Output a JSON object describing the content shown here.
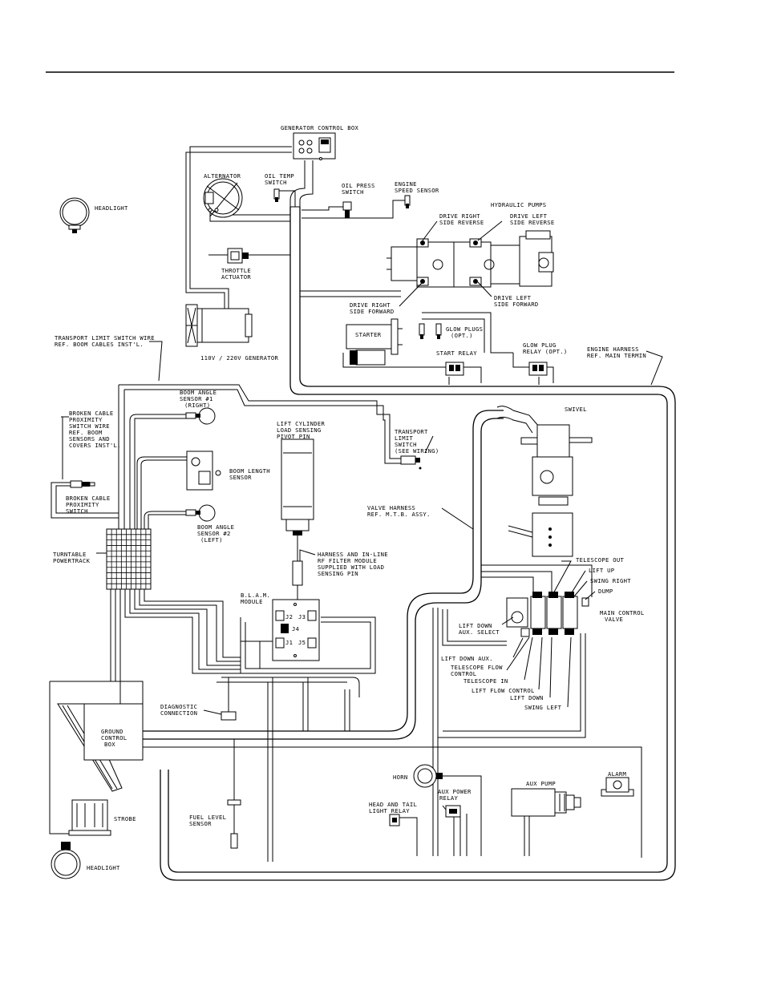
{
  "labels": {
    "generator_control_box": "GENERATOR CONTROL BOX",
    "alternator": "ALTERNATOR",
    "oil_temp_1": "OIL TEMP",
    "oil_temp_2": "SWITCH",
    "oil_press_1": "OIL PRESS",
    "oil_press_2": "SWITCH",
    "engine_speed_1": "ENGINE",
    "engine_speed_2": "SPEED SENSOR",
    "hydraulic_pumps": "HYDRAULIC PUMPS",
    "drive_right_rev_1": "DRIVE RIGHT",
    "drive_right_rev_2": "SIDE REVERSE",
    "drive_left_rev_1": "DRIVE LEFT",
    "drive_left_rev_2": "SIDE REVERSE",
    "headlight_top": "HEADLIGHT",
    "throttle_1": "THROTTLE",
    "throttle_2": "ACTUATOR",
    "drive_right_fwd_1": "DRIVE RIGHT",
    "drive_right_fwd_2": "SIDE FORWARD",
    "drive_left_fwd_1": "DRIVE LEFT",
    "drive_left_fwd_2": "SIDE FORWARD",
    "starter": "STARTER",
    "glow_plugs_1": "GLOW PLUGS",
    "glow_plugs_2": "(OPT.)",
    "transport_wire_1": "TRANSPORT LIMIT SWITCH WIRE",
    "transport_wire_2": "REF. BOOM CABLES INST'L.",
    "generator": "110V / 220V GENERATOR",
    "start_relay": "START RELAY",
    "glow_relay_1": "GLOW PLUG",
    "glow_relay_2": "RELAY (OPT.)",
    "engine_harness_1": "ENGINE HARNESS",
    "engine_harness_2": "REF. MAIN TERMIN",
    "boom_angle_1_1": "BOOM ANGLE",
    "boom_angle_1_2": "SENSOR #1",
    "boom_angle_1_3": "(RIGHT)",
    "broken_cable_1": "BROKEN CABLE",
    "broken_cable_2": "PROXIMITY",
    "broken_cable_3": "SWITCH WIRE",
    "broken_cable_4": "REF. BOOM",
    "broken_cable_5": "SENSORS AND",
    "broken_cable_6": "COVERS INST'L.",
    "swivel": "SWIVEL",
    "lift_cyl_1": "LIFT CYLINDER",
    "lift_cyl_2": "LOAD SENSING",
    "lift_cyl_3": "PIVOT PIN",
    "transport_switch_1": "TRANSPORT",
    "transport_switch_2": "LIMIT",
    "transport_switch_3": "SWITCH",
    "transport_switch_4": "(SEE WIRING)",
    "boom_length_1": "BOOM LENGTH",
    "boom_length_2": "SENSOR",
    "broken_prox_1": "BROKEN CABLE",
    "broken_prox_2": "PROXIMITY",
    "broken_prox_3": "SWITCH",
    "valve_harness_1": "VALVE HARNESS",
    "valve_harness_2": "REF. M.T.B. ASSY.",
    "boom_angle_2_1": "BOOM ANGLE",
    "boom_angle_2_2": "SENSOR #2",
    "boom_angle_2_3": "(LEFT)",
    "turntable_1": "TURNTABLE",
    "turntable_2": "POWERTRACK",
    "harness_rf_1": "HARNESS AND IN-LINE",
    "harness_rf_2": "RF FILTER MODULE",
    "harness_rf_3": "SUPPLIED WITH LOAD",
    "harness_rf_4": "SENSING PIN",
    "telescope_out": "TELESCOPE OUT",
    "lift_up": "LIFT UP",
    "swing_right": "SWING RIGHT",
    "dump": "DUMP",
    "blam_1": "B.L.A.M.",
    "blam_2": "MODULE",
    "j2": "J2",
    "j3": "J3",
    "j4": "J4",
    "j1": "J1",
    "j5": "J5",
    "main_valve_1": "MAIN CONTROL",
    "main_valve_2": "VALVE",
    "lift_down_aux_sel_1": "LIFT DOWN",
    "lift_down_aux_sel_2": "AUX. SELECT",
    "lift_down_aux": "LIFT DOWN AUX.",
    "telescope_flow_1": "TELESCOPE FLOW",
    "telescope_flow_2": "CONTROL",
    "telescope_in": "TELESCOPE IN",
    "lift_flow": "LIFT FLOW CONTROL",
    "lift_down": "LIFT DOWN",
    "swing_left": "SWING LEFT",
    "diagnostic_1": "DIAGNOSTIC",
    "diagnostic_2": "CONNECTION",
    "ground_box_1": "GROUND",
    "ground_box_2": "CONTROL",
    "ground_box_3": "BOX",
    "horn": "HORN",
    "aux_pump": "AUX PUMP",
    "alarm": "ALARM",
    "aux_power_1": "AUX POWER",
    "aux_power_2": "RELAY",
    "head_tail_1": "HEAD AND TAIL",
    "head_tail_2": "LIGHT RELAY",
    "strobe": "STROBE",
    "fuel_level_1": "FUEL LEVEL",
    "fuel_level_2": "SENSOR",
    "headlight_bottom": "HEADLIGHT"
  }
}
